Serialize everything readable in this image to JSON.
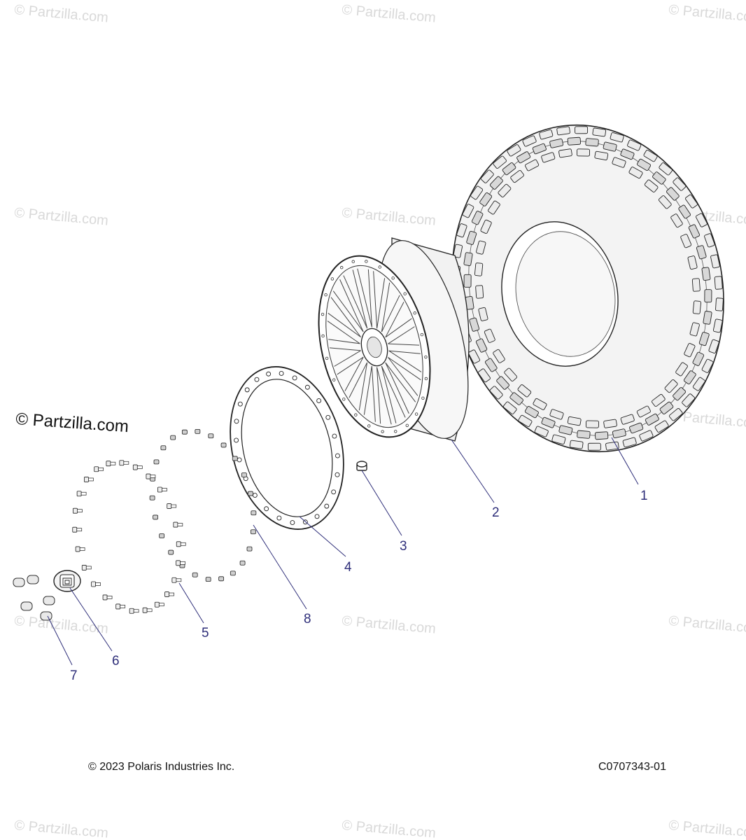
{
  "watermark": {
    "text": "© Partzilla.com"
  },
  "callouts": [
    {
      "id": "1",
      "label": "1"
    },
    {
      "id": "2",
      "label": "2"
    },
    {
      "id": "3",
      "label": "3"
    },
    {
      "id": "4",
      "label": "4"
    },
    {
      "id": "5",
      "label": "5"
    },
    {
      "id": "6",
      "label": "6"
    },
    {
      "id": "7",
      "label": "7"
    },
    {
      "id": "8",
      "label": "8"
    }
  ],
  "footer": {
    "copyright": "© 2023 Polaris Industries Inc.",
    "diagram_code": "C0707343-01"
  },
  "colors": {
    "callout": "#2f2f7a",
    "watermark": "#d9d9d9",
    "ink": "#222222"
  }
}
